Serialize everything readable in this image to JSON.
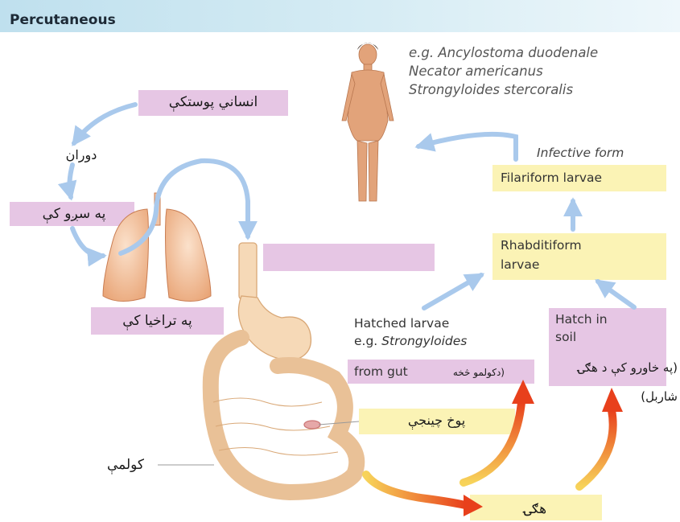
{
  "title": "Percutaneous",
  "species": {
    "eg": "e.g. Ancylostoma duodenale",
    "s2": "Necator americanus",
    "s3": "Strongyloides stercoralis"
  },
  "labels": {
    "skin": "انساني پوستکې",
    "circulation": "دوران",
    "lungs": "په سږو کې",
    "trachea": "په تراخيا کې",
    "intestine": "کولمې",
    "empty_eggs": "پوخ چینجې",
    "eggs": "هګۍ",
    "infective_form": "Infective form",
    "filariform": "Filariform larvae",
    "rhabditiform_1": "Rhabditiform",
    "rhabditiform_2": "larvae",
    "hatched_1": "Hatched larvae",
    "hatched_2_prefix": "e.g.",
    "hatched_2_italic": "Strongyloides",
    "from_gut": "from gut",
    "from_gut_ps": "(دکولمو څخه",
    "hatch_soil_1": "Hatch in",
    "hatch_soil_2": "soil",
    "hatch_soil_ps1": "(په خاورو کې د هګۍ",
    "hatch_soil_ps2": "شاربل)"
  },
  "colors": {
    "header": "#bfe0ee",
    "pink_box": "#e6c6e4",
    "yellow_box": "#fbf3b5",
    "blue_arrow": "#a9c9ec",
    "red_arrow": "#e8401c"
  }
}
